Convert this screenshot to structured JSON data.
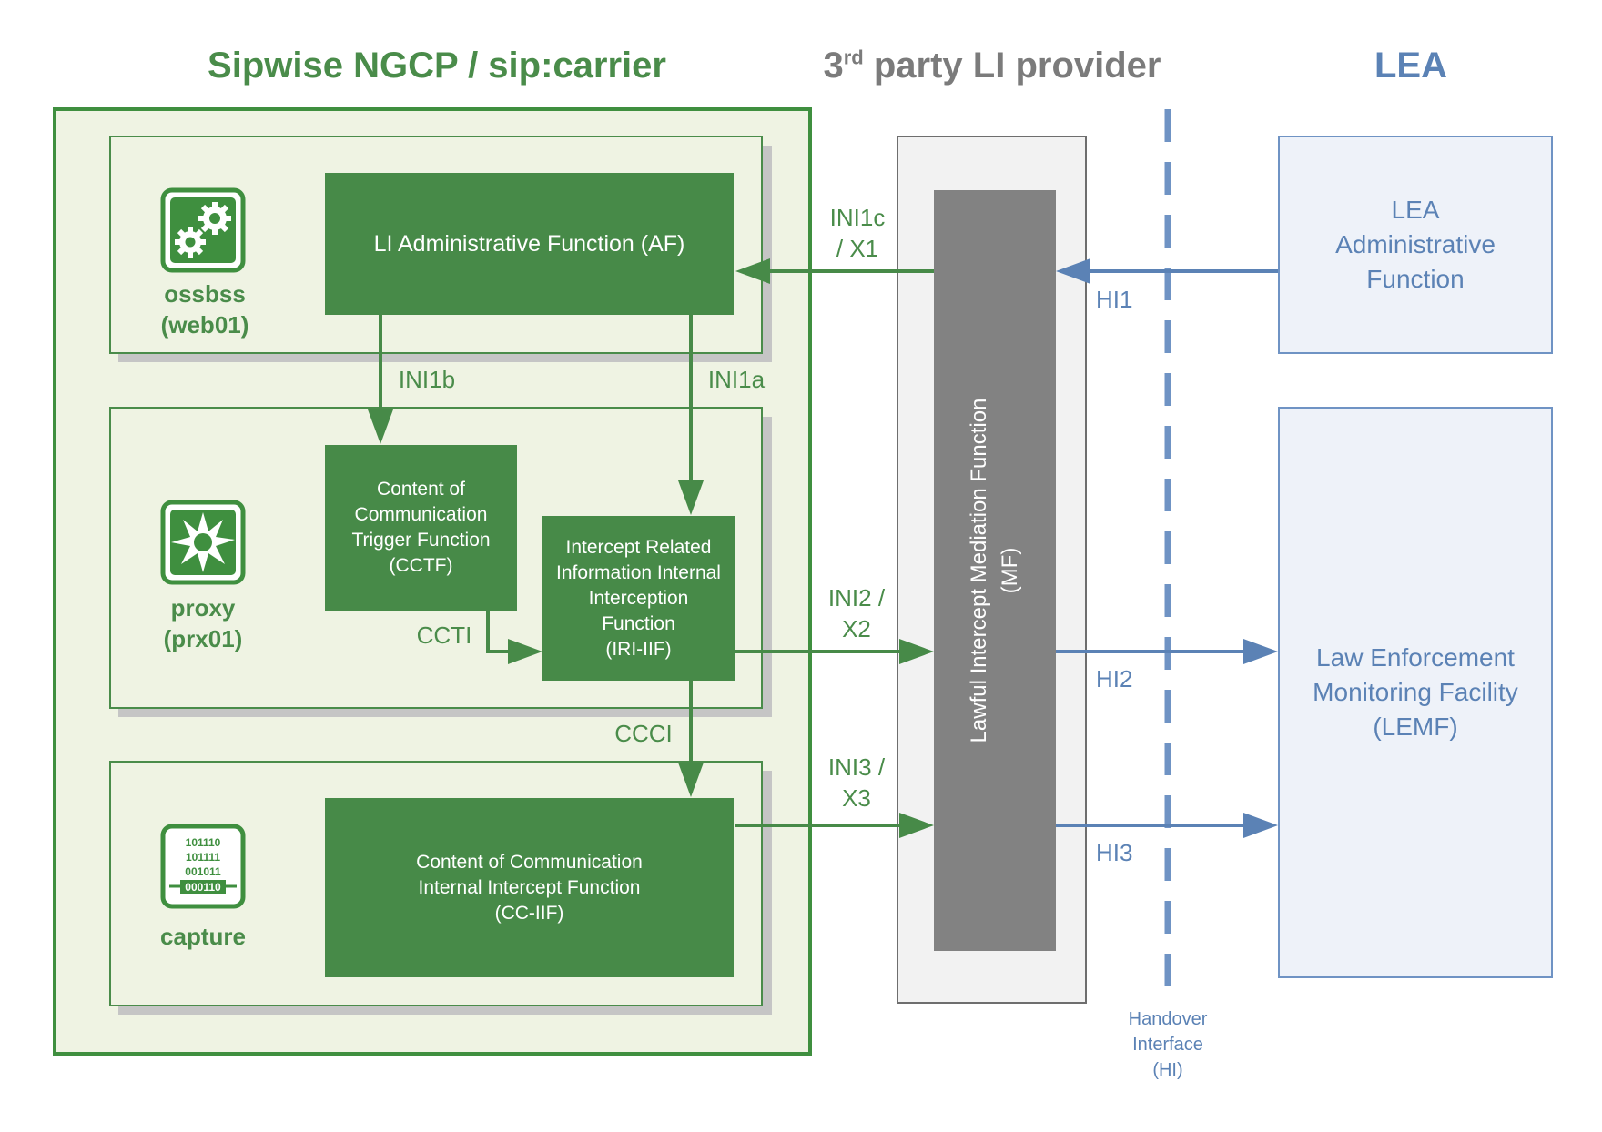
{
  "headers": {
    "sipwise": "Sipwise NGCP / sip:carrier",
    "third_party_prefix": "3",
    "third_party_sup": "rd",
    "third_party_suffix": " party LI provider",
    "lea": "LEA"
  },
  "nodes": {
    "ossbss_name": "ossbss",
    "ossbss_host": "(web01)",
    "proxy_name": "proxy",
    "proxy_host": "(prx01)",
    "capture_name": "capture",
    "binary_lines": [
      "101110",
      "101111",
      "001011",
      "000110"
    ]
  },
  "functions": {
    "af": "LI Administrative Function (AF)",
    "cctf": [
      "Content of",
      "Communication",
      "Trigger Function",
      "(CCTF)"
    ],
    "iri_iif": [
      "Intercept Related",
      "Information Internal",
      "Interception Function",
      "(IRI-IIF)"
    ],
    "cc_iif": [
      "Content of Communication",
      "Internal Intercept Function",
      "(CC-IIF)"
    ],
    "mf": [
      "Lawful Intercept Mediation Function",
      "(MF)"
    ]
  },
  "interfaces": {
    "ini1c": [
      "INI1c",
      "/ X1"
    ],
    "ini1b": "INI1b",
    "ini1a": "INI1a",
    "ccti": "CCTI",
    "ccci": "CCCI",
    "ini2": [
      "INI2 /",
      "X2"
    ],
    "ini3": [
      "INI3 /",
      "X3"
    ],
    "hi1": "HI1",
    "hi2": "HI2",
    "hi3": "HI3",
    "handover": [
      "Handover",
      "Interface",
      "(HI)"
    ]
  },
  "lea": {
    "admin": [
      "LEA",
      "Administrative",
      "Function"
    ],
    "lemf": [
      "Law Enforcement",
      "Monitoring Facility",
      "(LEMF)"
    ]
  },
  "colors": {
    "green_dark": "#478a48",
    "green_text": "#4a8c4a",
    "panel_fill": "#eff3e3",
    "mf_gray": "#828282",
    "blue": "#5b82b5",
    "blue_fill": "#eef2f9"
  }
}
